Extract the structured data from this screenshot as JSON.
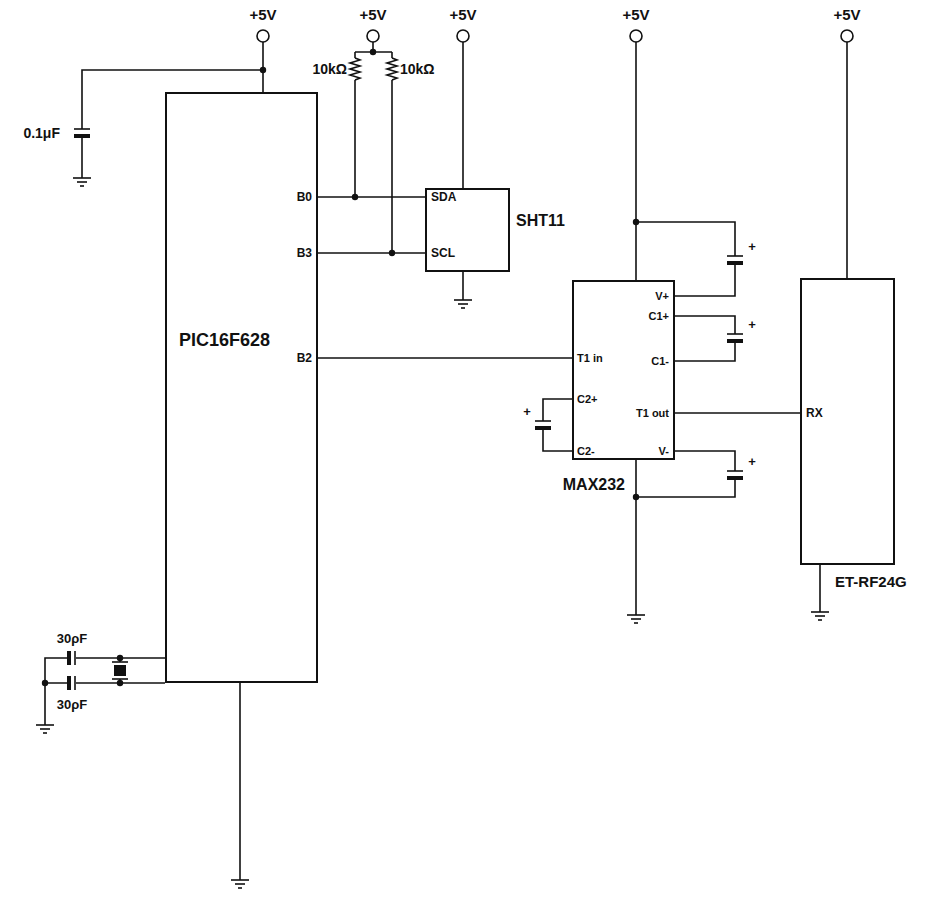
{
  "diagram": {
    "nodes": [
      {
        "text": [
          "PIC16F628"
        ]
      },
      {
        "text": [
          "SHT11"
        ]
      },
      {
        "text": [
          "MAX232"
        ]
      },
      {
        "text": [
          "ET-RF24G"
        ]
      }
    ],
    "edges": [
      {
        "from": 0,
        "to": 1,
        "arrow": "none"
      },
      {
        "from": 0,
        "to": 1,
        "arrow": "none"
      },
      {
        "from": 0,
        "to": 2,
        "arrow": "none"
      },
      {
        "from": 2,
        "to": 3,
        "arrow": "none"
      }
    ],
    "labels": [
      "+5V",
      "+5V",
      "+5V",
      "+5V",
      "+5V",
      "0.1μF",
      "10kΩ",
      "10kΩ",
      "B0",
      "SDA",
      "B3",
      "SCL",
      "B2",
      "V+",
      "+",
      "C1+",
      "+",
      "T1 in",
      "C1-",
      "+",
      "C2+",
      "T1 out",
      "C2-",
      "V-",
      "+",
      "RX",
      "30ρF",
      "30ρF"
    ]
  }
}
